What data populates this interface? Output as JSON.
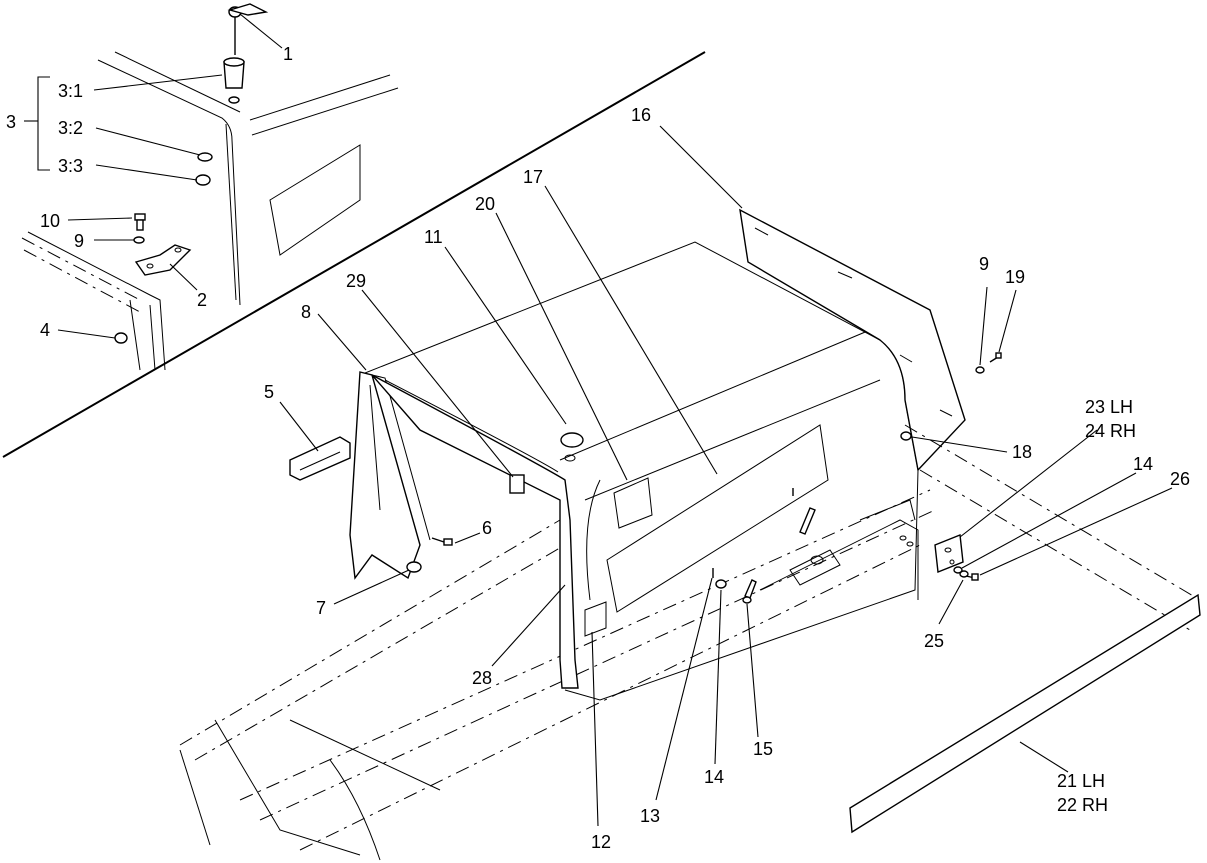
{
  "callouts": {
    "c1": "1",
    "c3": "3",
    "c3_1": "3:1",
    "c3_2": "3:2",
    "c3_3": "3:3",
    "c10": "10",
    "c9a": "9",
    "c2": "2",
    "c4": "4",
    "c16": "16",
    "c17": "17",
    "c20": "20",
    "c11": "11",
    "c29": "29",
    "c8": "8",
    "c5": "5",
    "c6": "6",
    "c7": "7",
    "c28": "28",
    "c12": "12",
    "c13": "13",
    "c14a": "14",
    "c15": "15",
    "c9b": "9",
    "c19": "19",
    "c18": "18",
    "c23": "23 LH",
    "c24": "24 RH",
    "c14b": "14",
    "c26": "26",
    "c25": "25",
    "c21": "21 LH",
    "c22": "22 RH"
  }
}
